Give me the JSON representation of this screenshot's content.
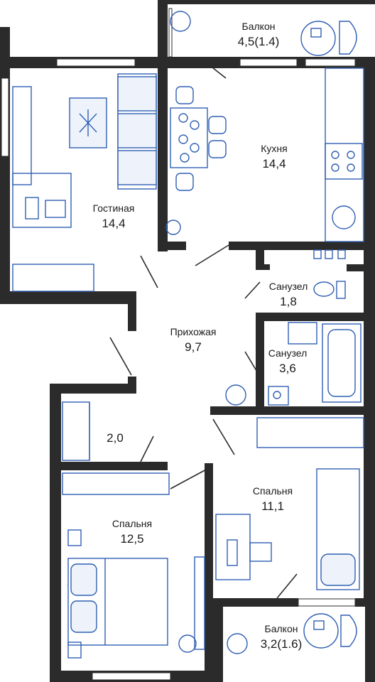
{
  "plan": {
    "colors": {
      "wall": "#2b2b2b",
      "furniture": "#2f5fb3",
      "background": "#ffffff"
    },
    "rooms": [
      {
        "id": "balcony-top",
        "label": "Балкон",
        "area": "4,5(1.4)"
      },
      {
        "id": "kitchen",
        "label": "Кухня",
        "area": "14,4"
      },
      {
        "id": "living",
        "label": "Гостиная",
        "area": "14,4"
      },
      {
        "id": "bath-small",
        "label": "Санузел",
        "area": "1,8"
      },
      {
        "id": "hall",
        "label": "Прихожая",
        "area": "9,7"
      },
      {
        "id": "bath-large",
        "label": "Санузел",
        "area": "3,6"
      },
      {
        "id": "closet",
        "label": "",
        "area": "2,0"
      },
      {
        "id": "bedroom-right",
        "label": "Спальня",
        "area": "11,1"
      },
      {
        "id": "bedroom-left",
        "label": "Спальня",
        "area": "12,5"
      },
      {
        "id": "balcony-bottom",
        "label": "Балкон",
        "area": "3,2(1.6)"
      }
    ]
  }
}
